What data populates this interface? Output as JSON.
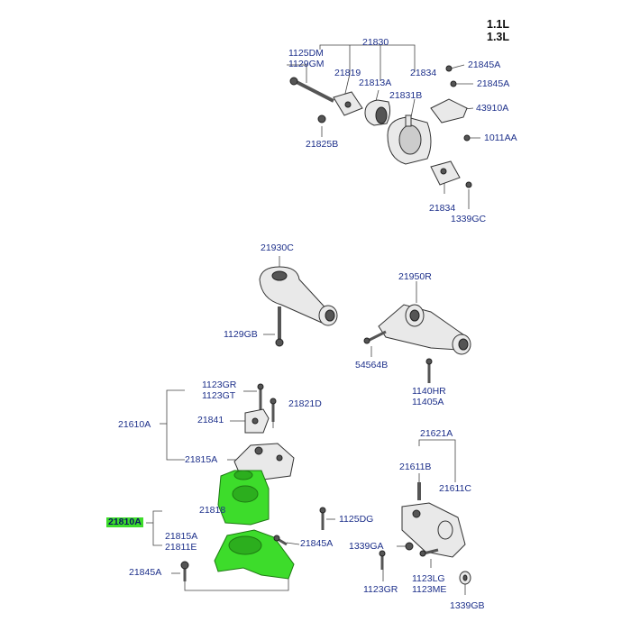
{
  "engine": {
    "line1": "1.1L",
    "line2": "1.3L"
  },
  "labels": {
    "p1125DM": "1125DM",
    "p1129GM": "1129GM",
    "p21830": "21830",
    "p21819": "21819",
    "p21813A": "21813A",
    "p21834a": "21834",
    "p21845A_1": "21845A",
    "p21845A_2": "21845A",
    "p21831B": "21831B",
    "p43910A": "43910A",
    "p1011AA": "1011AA",
    "p21825B": "21825B",
    "p21834b": "21834",
    "p1339GC": "1339GC",
    "p21930C": "21930C",
    "p1129GB": "1129GB",
    "p21950R": "21950R",
    "p54564B": "54564B",
    "p1140HR": "1140HR",
    "p11405A": "11405A",
    "p1123GR_top": "1123GR",
    "p1123GT": "1123GT",
    "p21821D": "21821D",
    "p21610A": "21610A",
    "p21841": "21841",
    "p21815A_top": "21815A",
    "p21818": "21818",
    "p21810A": "21810A",
    "p21815A_bot": "21815A",
    "p21811E": "21811E",
    "p1125DG": "1125DG",
    "p21845A_3": "21845A",
    "p21845A_4": "21845A",
    "p21621A": "21621A",
    "p21611B": "21611B",
    "p21611C": "21611C",
    "p1339GA": "1339GA",
    "p1123LG": "1123LG",
    "p1123ME": "1123ME",
    "p1123GR_bot": "1123GR",
    "p1339GB": "1339GB"
  },
  "colors": {
    "highlight": "#3ddc2b",
    "label": "#1c2f8a"
  }
}
